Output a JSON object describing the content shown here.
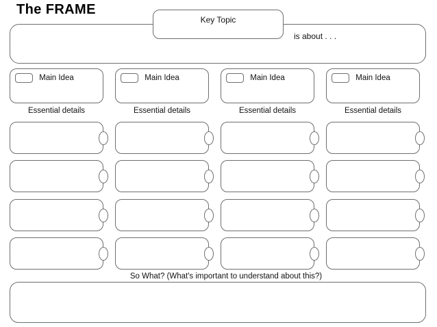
{
  "colors": {
    "border": "#6e6e6e",
    "text": "#111111",
    "background": "#ffffff"
  },
  "header": {
    "title": "The FRAME",
    "key_topic_label": "Key Topic",
    "is_about_label": "is about . . ."
  },
  "columns": [
    {
      "main_idea_label": "Main Idea",
      "essential_details_label": "Essential details"
    },
    {
      "main_idea_label": "Main Idea",
      "essential_details_label": "Essential details"
    },
    {
      "main_idea_label": "Main Idea",
      "essential_details_label": "Essential details"
    },
    {
      "main_idea_label": "Main Idea",
      "essential_details_label": "Essential details"
    }
  ],
  "grid": {
    "rows": 4,
    "columns": 4
  },
  "footer": {
    "so_what_label": "So What? (What's important to understand about this?)"
  }
}
